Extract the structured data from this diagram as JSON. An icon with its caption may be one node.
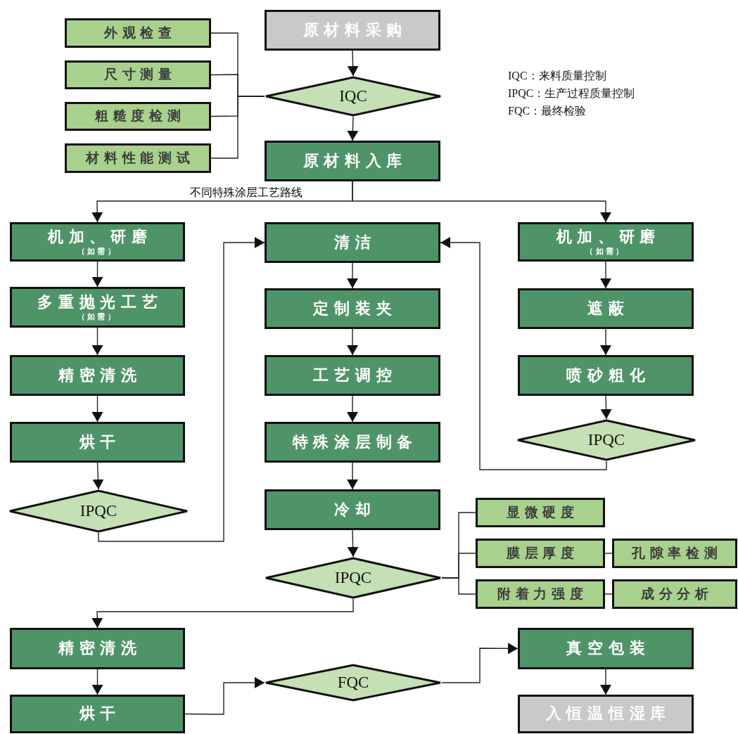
{
  "diagram": {
    "nodes": [
      {
        "text": [
          "原材料采购"
        ]
      },
      {
        "text": [
          "IQC"
        ]
      },
      {
        "text": [
          "外观检查"
        ]
      },
      {
        "text": [
          "尺寸测量"
        ]
      },
      {
        "text": [
          "粗糙度检测"
        ]
      },
      {
        "text": [
          "材料性能测试"
        ]
      },
      {
        "text": [
          "原材料入库"
        ]
      },
      {
        "text": [
          "机加、研磨",
          "（如需）"
        ]
      },
      {
        "text": [
          "多重抛光工艺",
          "（如需）"
        ]
      },
      {
        "text": [
          "精密清洗"
        ]
      },
      {
        "text": [
          "烘干"
        ]
      },
      {
        "text": [
          "IPQC"
        ]
      },
      {
        "text": [
          "清洁"
        ]
      },
      {
        "text": [
          "定制装夹"
        ]
      },
      {
        "text": [
          "工艺调控"
        ]
      },
      {
        "text": [
          "特殊涂层制备"
        ]
      },
      {
        "text": [
          "冷却"
        ]
      },
      {
        "text": [
          "IPQC"
        ]
      },
      {
        "text": [
          "机加、研磨",
          "（如需）"
        ]
      },
      {
        "text": [
          "遮蔽"
        ]
      },
      {
        "text": [
          "喷砂粗化"
        ]
      },
      {
        "text": [
          "IPQC"
        ]
      },
      {
        "text": [
          "显微硬度"
        ]
      },
      {
        "text": [
          "膜层厚度"
        ]
      },
      {
        "text": [
          "孔隙率检测"
        ]
      },
      {
        "text": [
          "附着力强度"
        ]
      },
      {
        "text": [
          "成分分析"
        ]
      },
      {
        "text": [
          "精密清洗"
        ]
      },
      {
        "text": [
          "烘干"
        ]
      },
      {
        "text": [
          "FQC"
        ]
      },
      {
        "text": [
          "真空包装"
        ]
      },
      {
        "text": [
          "入恒温恒湿库"
        ]
      }
    ],
    "edges": [
      {
        "from": 0,
        "to": 1,
        "arrow": "to"
      },
      {
        "from": 1,
        "to": 6,
        "arrow": "to"
      },
      {
        "from": 2,
        "to": 1,
        "arrow": "none"
      },
      {
        "from": 3,
        "to": 1,
        "arrow": "none"
      },
      {
        "from": 4,
        "to": 1,
        "arrow": "none"
      },
      {
        "from": 5,
        "to": 1,
        "arrow": "none"
      },
      {
        "from": 6,
        "to": 7,
        "arrow": "to",
        "label": "不同特殊涂层工艺路线"
      },
      {
        "from": 6,
        "to": 18,
        "arrow": "to"
      },
      {
        "from": 7,
        "to": 8,
        "arrow": "to"
      },
      {
        "from": 8,
        "to": 9,
        "arrow": "to"
      },
      {
        "from": 9,
        "to": 10,
        "arrow": "to"
      },
      {
        "from": 10,
        "to": 11,
        "arrow": "to"
      },
      {
        "from": 11,
        "to": 12,
        "arrow": "to"
      },
      {
        "from": 12,
        "to": 13,
        "arrow": "to"
      },
      {
        "from": 13,
        "to": 14,
        "arrow": "to"
      },
      {
        "from": 14,
        "to": 15,
        "arrow": "to"
      },
      {
        "from": 15,
        "to": 16,
        "arrow": "to"
      },
      {
        "from": 16,
        "to": 17,
        "arrow": "to"
      },
      {
        "from": 18,
        "to": 19,
        "arrow": "to"
      },
      {
        "from": 19,
        "to": 20,
        "arrow": "to"
      },
      {
        "from": 20,
        "to": 21,
        "arrow": "to"
      },
      {
        "from": 21,
        "to": 12,
        "arrow": "to"
      },
      {
        "from": 17,
        "to": 22,
        "arrow": "none"
      },
      {
        "from": 17,
        "to": 23,
        "arrow": "none"
      },
      {
        "from": 17,
        "to": 25,
        "arrow": "none"
      },
      {
        "from": 23,
        "to": 24,
        "arrow": "none"
      },
      {
        "from": 25,
        "to": 26,
        "arrow": "none"
      },
      {
        "from": 17,
        "to": 27,
        "arrow": "to"
      },
      {
        "from": 27,
        "to": 28,
        "arrow": "to"
      },
      {
        "from": 28,
        "to": 29,
        "arrow": "to"
      },
      {
        "from": 29,
        "to": 30,
        "arrow": "to"
      },
      {
        "from": 30,
        "to": 31,
        "arrow": "to"
      }
    ],
    "labels": [
      "IQC：来料质量控制",
      "IPQC：生产过程质量控制",
      "FQC：最终检验"
    ]
  }
}
